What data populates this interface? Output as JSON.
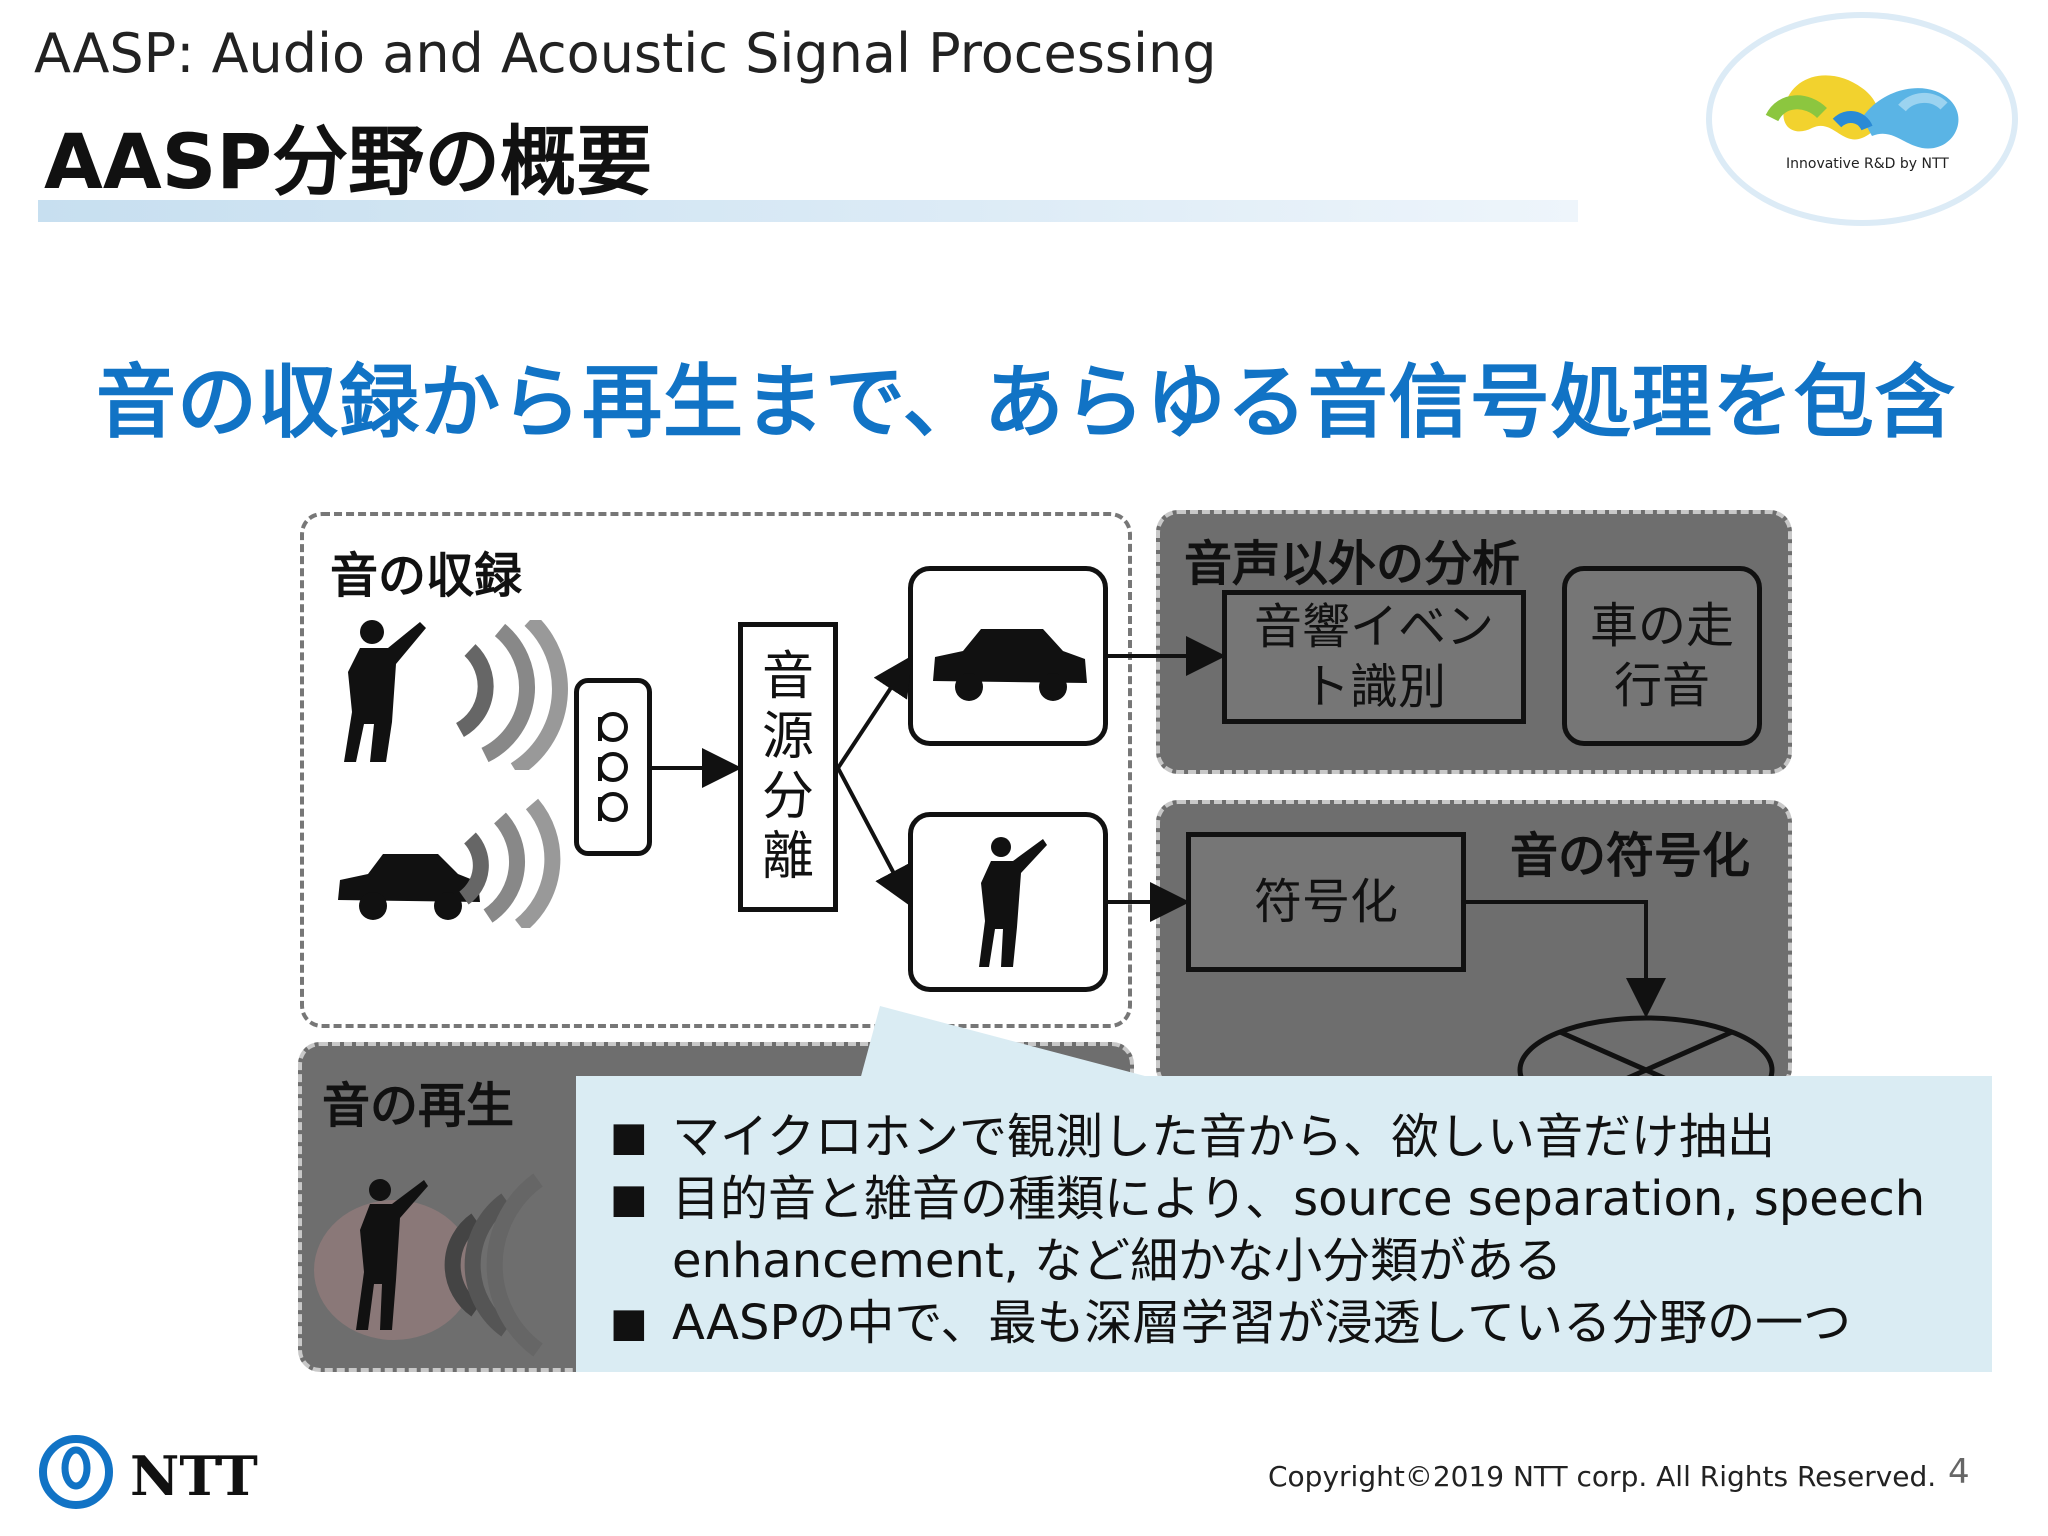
{
  "header": {
    "subtitle": "AASP: Audio and Acoustic Signal Processing",
    "title": "AASP分野の概要",
    "logo_text": "Innovative R&D by NTT"
  },
  "headline": "音の収録から再生まで、あらゆる音信号処理を包含",
  "diagram": {
    "recording": {
      "title": "音の収録",
      "separation_label": "音\n源\n分\n離"
    },
    "non_speech": {
      "title": "音声以外の分析",
      "event_label": "音響イベント識別",
      "car_sound_label": "車の走行音"
    },
    "coding": {
      "title": "音の符号化",
      "encode_label": "符号化"
    },
    "playback": {
      "title": "音の再生"
    }
  },
  "callout": {
    "bullets": [
      "マイクロホンで観測した音から、欲しい音だけ抽出",
      "目的音と雑音の種類により、source separation, speech",
      "enhancement, など細かな小分類がある",
      "AASPの中で、最も深層学習が浸透している分野の一つ"
    ]
  },
  "footer": {
    "company": "NTT",
    "copyright": "Copyright©2019  NTT corp. All Rights Reserved.",
    "page": "4"
  },
  "colors": {
    "accent": "#1173c5",
    "panel_gray": "#6e6e6e",
    "callout_bg": "#daecf3"
  }
}
